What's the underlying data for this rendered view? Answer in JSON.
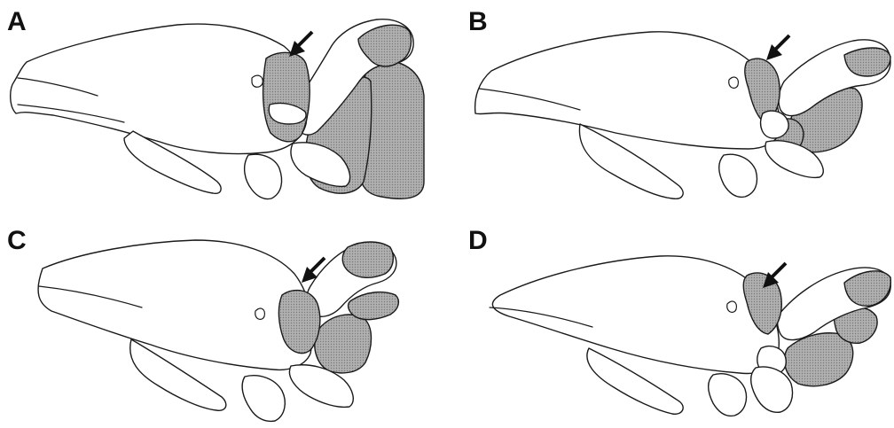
{
  "figure": {
    "panels": [
      {
        "id": "A",
        "label": "A"
      },
      {
        "id": "B",
        "label": "B"
      },
      {
        "id": "C",
        "label": "C"
      },
      {
        "id": "D",
        "label": "D"
      }
    ],
    "colors": {
      "outline": "#1a1a1a",
      "shaded_fill": "#a6a6a6",
      "background": "#ffffff",
      "arrow": "#111111"
    }
  }
}
